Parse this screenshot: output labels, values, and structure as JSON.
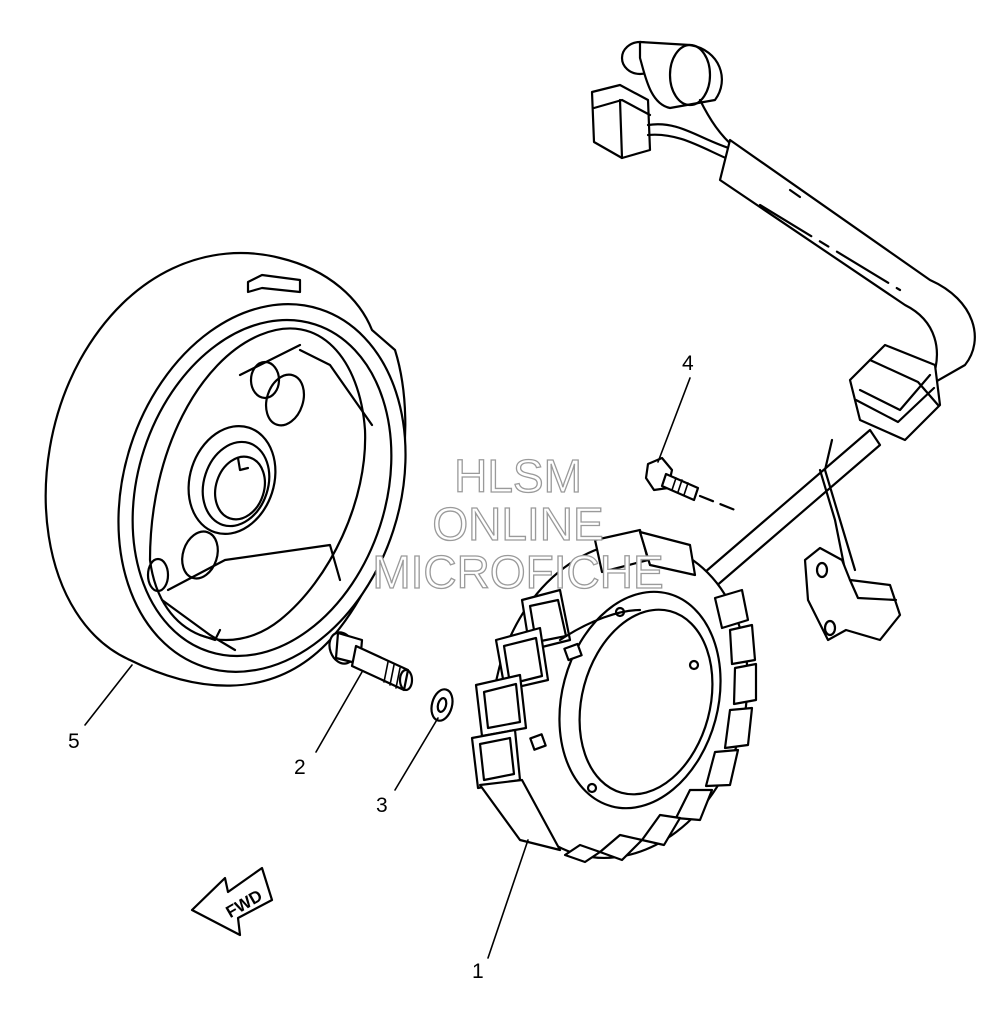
{
  "watermark": {
    "line1": "HLSM",
    "line2": "ONLINE",
    "line3": "MICROFICHE"
  },
  "direction_arrow": {
    "label": "FWD",
    "icon": "arrow-left-down-icon"
  },
  "callouts": [
    {
      "number": "1",
      "part": "stator"
    },
    {
      "number": "2",
      "part": "bolt"
    },
    {
      "number": "3",
      "part": "washer"
    },
    {
      "number": "4",
      "part": "screw"
    },
    {
      "number": "5",
      "part": "rotor"
    }
  ],
  "colors": {
    "line": "#000000",
    "background": "#ffffff",
    "watermark_stroke": "#9a9a9a"
  }
}
